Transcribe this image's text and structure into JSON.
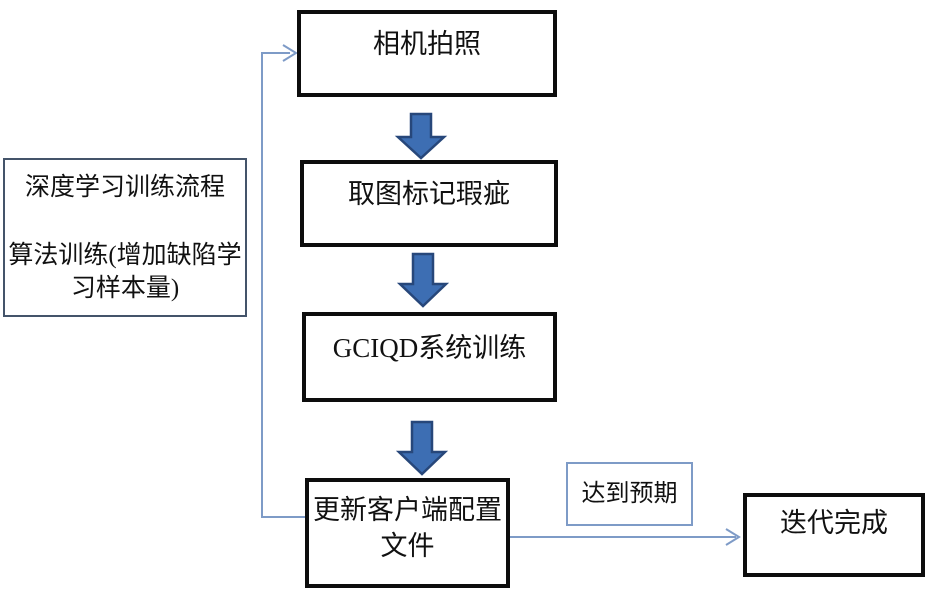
{
  "flowchart": {
    "nodes": {
      "camera": {
        "label": "相机拍照"
      },
      "mark_defects": {
        "label": "取图标记瑕疵"
      },
      "system_training": {
        "label": "GCIQD系统训练"
      },
      "update_config": {
        "label": "更新客户端配置文件"
      },
      "iteration_done": {
        "label": "迭代完成"
      }
    },
    "side_note": {
      "title": "深度学习训练流程",
      "body": "算法训练(增加缺陷学习样本量)"
    },
    "edge_labels": {
      "expected": "达到预期"
    },
    "icons": {
      "down_block_arrow": "⬇",
      "loop_arrowhead": "→",
      "done_arrowhead": "→"
    },
    "colors": {
      "background": "#ffffff",
      "text": "#111111",
      "box_border": "#0d0d0d",
      "thin_border": "#44546a",
      "label_border": "#7e9bc7",
      "connector": "#7e9bc7",
      "arrow_fill": "#3d6eb3",
      "arrow_stroke": "#27477a"
    }
  }
}
